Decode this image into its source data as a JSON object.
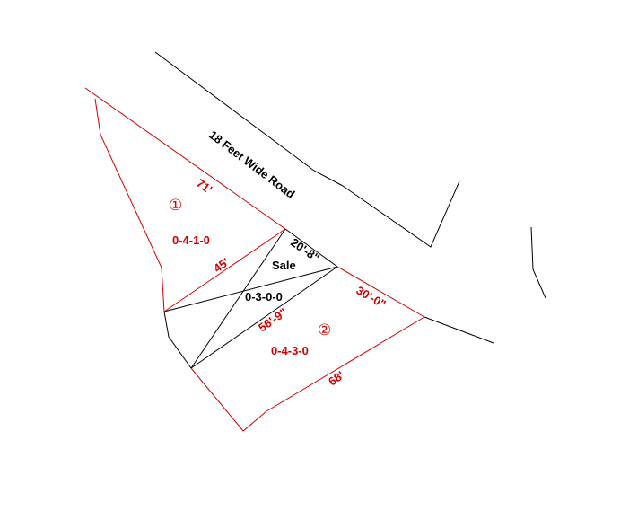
{
  "colors": {
    "boundary": "#d40000",
    "road": "#000000",
    "sale": "#000000"
  },
  "road": {
    "label": "18 Feet Wide Road"
  },
  "plot1": {
    "number": "①",
    "area": "0-4-1-0",
    "side_road": "71'",
    "side_sale": "45'"
  },
  "plot2": {
    "number": "②",
    "area": "0-4-3-0",
    "side_road": "30'-0\"",
    "side_sale": "56'-9\"",
    "side_bottom": "68'"
  },
  "sale": {
    "label": "Sale",
    "area": "0-3-0-0",
    "side_road": "20'-8\""
  }
}
